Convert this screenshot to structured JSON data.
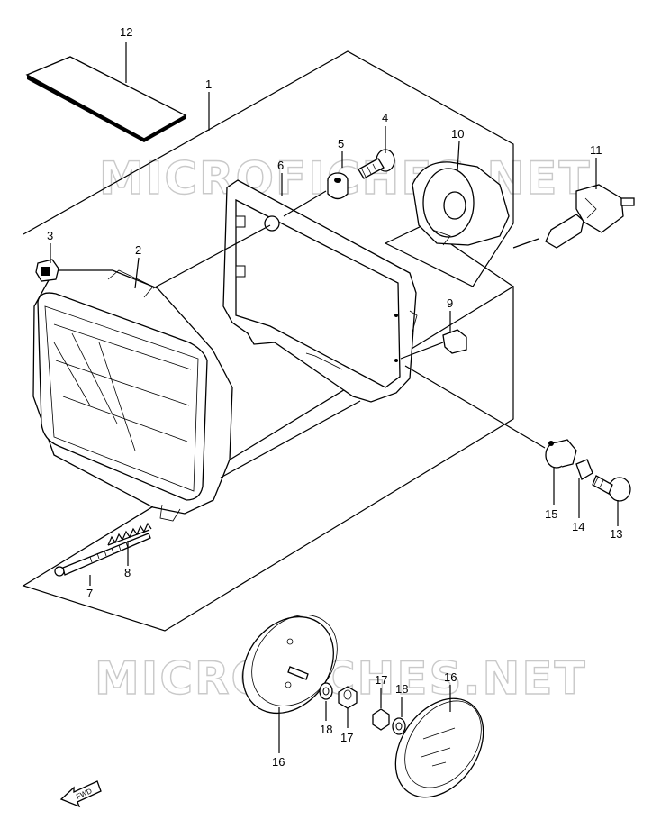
{
  "watermark": {
    "top": "MICROFICHES.NET",
    "bottom": "MICROFICHES.NET"
  },
  "direction_label": "FWD",
  "callouts": [
    {
      "id": "c1",
      "text": "1"
    },
    {
      "id": "c2",
      "text": "2"
    },
    {
      "id": "c3",
      "text": "3"
    },
    {
      "id": "c4",
      "text": "4"
    },
    {
      "id": "c5",
      "text": "5"
    },
    {
      "id": "c6",
      "text": "6"
    },
    {
      "id": "c7",
      "text": "7"
    },
    {
      "id": "c8",
      "text": "8"
    },
    {
      "id": "c9",
      "text": "9"
    },
    {
      "id": "c10",
      "text": "10"
    },
    {
      "id": "c11",
      "text": "11"
    },
    {
      "id": "c12",
      "text": "12"
    },
    {
      "id": "c13",
      "text": "13"
    },
    {
      "id": "c14",
      "text": "14"
    },
    {
      "id": "c15",
      "text": "15"
    },
    {
      "id": "c16a",
      "text": "16"
    },
    {
      "id": "c16b",
      "text": "16"
    },
    {
      "id": "c17a",
      "text": "17"
    },
    {
      "id": "c17b",
      "text": "17"
    },
    {
      "id": "c18a",
      "text": "18"
    },
    {
      "id": "c18b",
      "text": "18"
    }
  ]
}
